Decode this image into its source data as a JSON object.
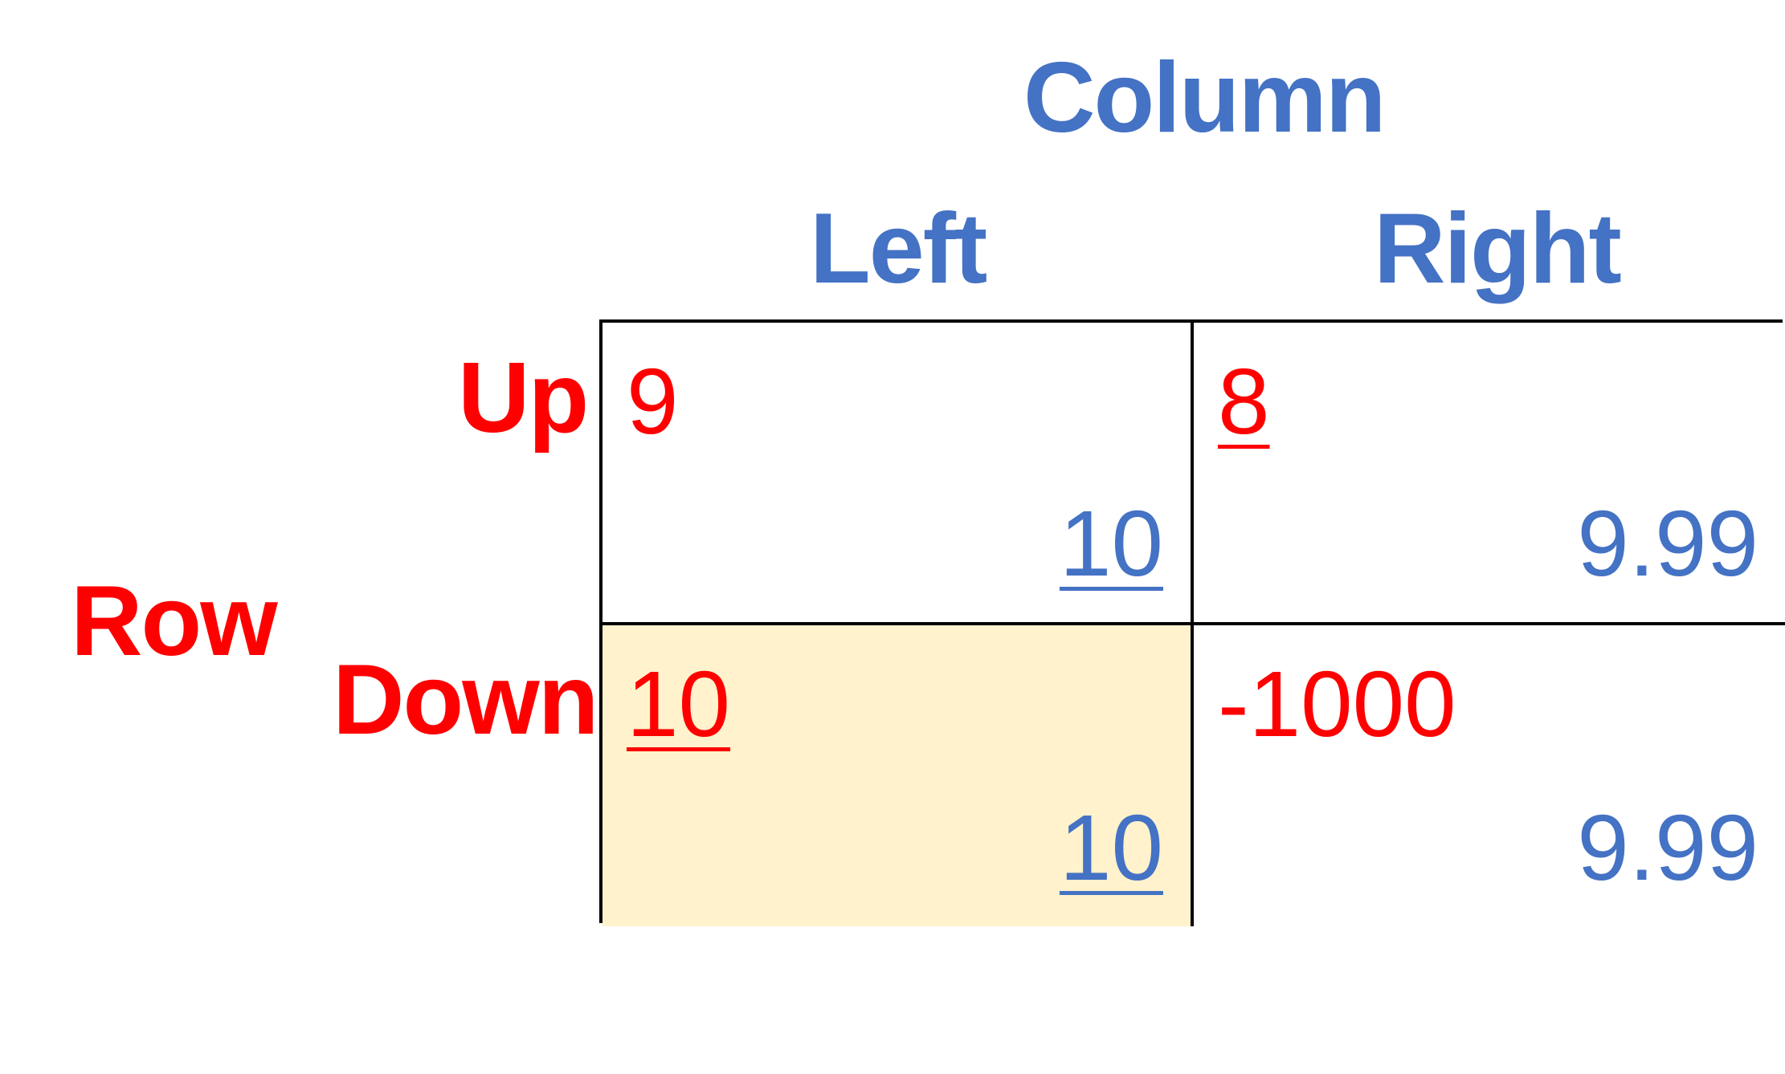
{
  "players": {
    "column": {
      "name": "Column",
      "strategies": [
        "Left",
        "Right"
      ],
      "color": "#4472C4"
    },
    "row": {
      "name": "Row",
      "strategies": [
        "Up",
        "Down"
      ],
      "color": "#FF0000"
    }
  },
  "payoffs": {
    "up_left": {
      "row": "9",
      "column": "10",
      "row_best": false,
      "column_best": true
    },
    "up_right": {
      "row": "8",
      "column": "9.99",
      "row_best": true,
      "column_best": false
    },
    "down_left": {
      "row": "10",
      "column": "10",
      "row_best": true,
      "column_best": true
    },
    "down_right": {
      "row": "-1000",
      "column": "9.99",
      "row_best": false,
      "column_best": false
    }
  },
  "highlight": {
    "cell": "down_left",
    "color": "#FFF2CC"
  }
}
